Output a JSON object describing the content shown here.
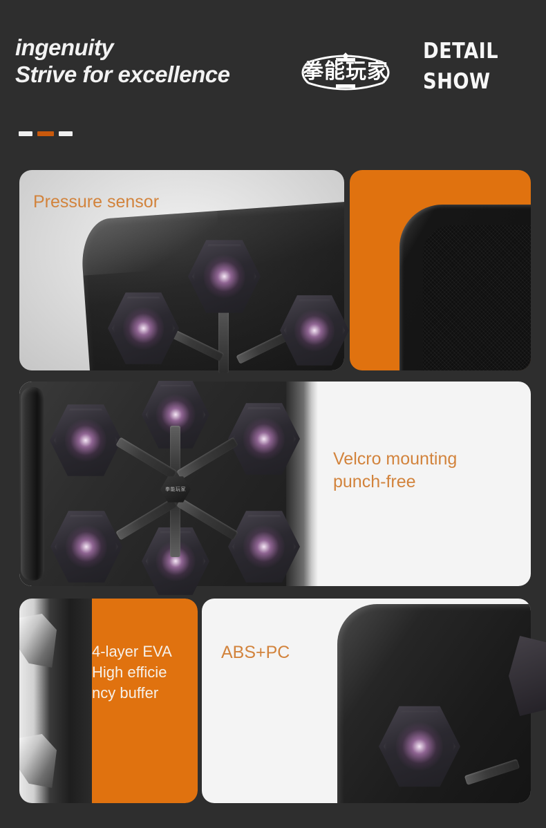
{
  "header": {
    "headline_line_1": "ingenuity",
    "headline_line_2": "Strive for excellence",
    "brand_logo_text": "拳能玩家",
    "section_title_line_1": "DETAIL",
    "section_title_line_2": "SHOW",
    "divider_dashes": [
      "dash-white",
      "dash-orange",
      "dash-white"
    ]
  },
  "colors": {
    "background": "#2e2e2e",
    "accent_orange": "#e0720f",
    "caption_orange": "#d2833c",
    "dash_orange": "#c9590c",
    "card_light": "#f4f4f4",
    "text_white": "#f2f2f2",
    "led_glow": "#e296e4"
  },
  "cards": {
    "row1": {
      "left": {
        "caption": "Pressure sensor",
        "style": "light",
        "artwork": "boxing-pad-three-hex-targets"
      },
      "right": {
        "caption": "",
        "style": "orange",
        "artwork": "product-corner-mesh-closeup"
      }
    },
    "row2": {
      "caption": "Velcro mounting\npunch-free",
      "style": "light",
      "artwork": "boxing-pad-six-hex-targets-full-face"
    },
    "row3": {
      "left": {
        "caption": "4-layer EVA\nHigh efficie\nncy buffer",
        "style": "orange",
        "artwork": "eva-layered-edge-view"
      },
      "right": {
        "caption": "ABS+PC",
        "style": "light",
        "artwork": "product-corner-with-hex-target"
      }
    }
  },
  "hub": {
    "mark": "拳能玩家"
  }
}
